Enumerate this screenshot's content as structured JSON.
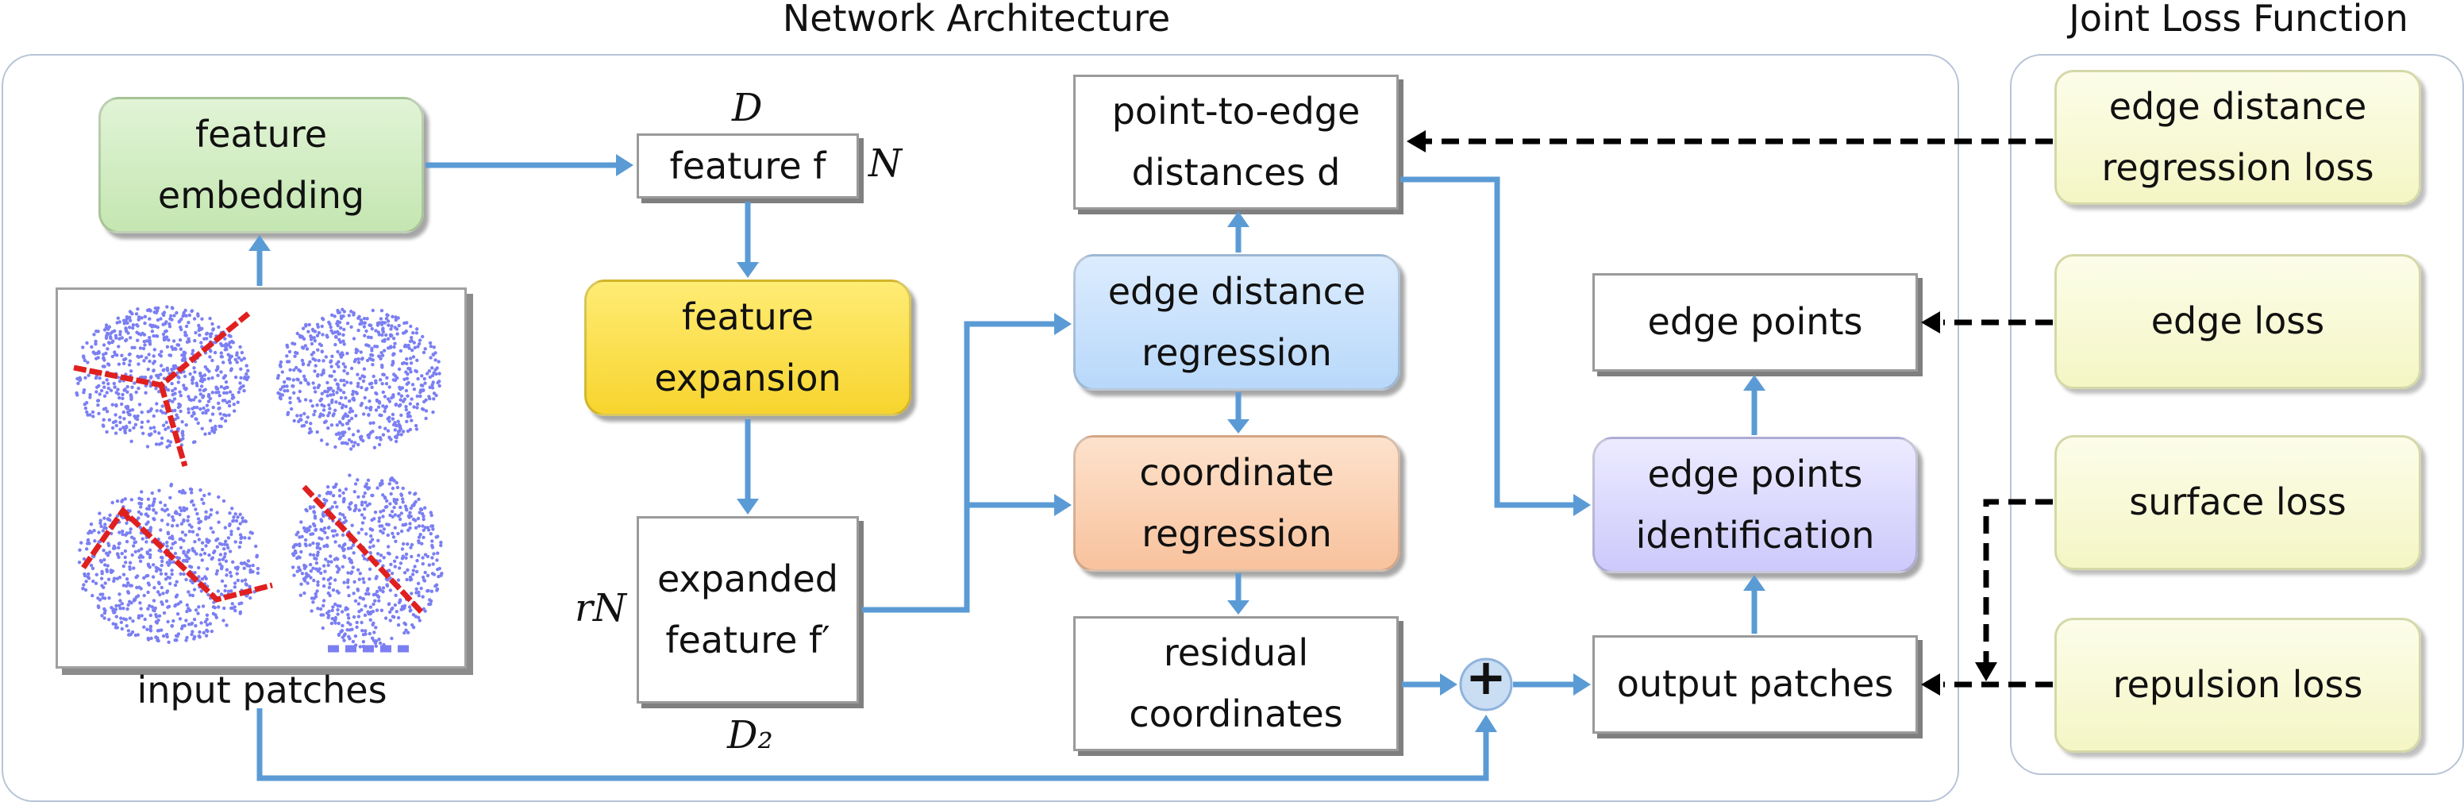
{
  "titles": {
    "network": "Network Architecture",
    "loss": "Joint Loss Function"
  },
  "nodes": {
    "feature_embedding": "feature\nembedding",
    "feature_f": "feature f",
    "feature_expansion": "feature\nexpansion",
    "expanded_feature": "expanded\nfeature f′",
    "point_to_edge": "point-to-edge\ndistances d",
    "edge_distance_regression": "edge distance\nregression",
    "coordinate_regression": "coordinate\nregression",
    "residual_coordinates": "residual\ncoordinates",
    "edge_points": "edge points",
    "edge_points_identification": "edge points\nidentification",
    "output_patches": "output patches",
    "input_patches": "input patches"
  },
  "math": {
    "D": "D",
    "N": "N",
    "rN": "rN",
    "D2": "D₂"
  },
  "operators": {
    "plus": "+"
  },
  "losses": {
    "edge_distance_regression_loss": "edge distance\nregression loss",
    "edge_loss": "edge loss",
    "surface_loss": "surface loss",
    "repulsion_loss": "repulsion loss"
  },
  "colors": {
    "flow_arrow": "#5b9bd5",
    "loss_arrow": "#000000",
    "point_cloud": "#7b7ff2",
    "edge_line": "#e0201f"
  }
}
